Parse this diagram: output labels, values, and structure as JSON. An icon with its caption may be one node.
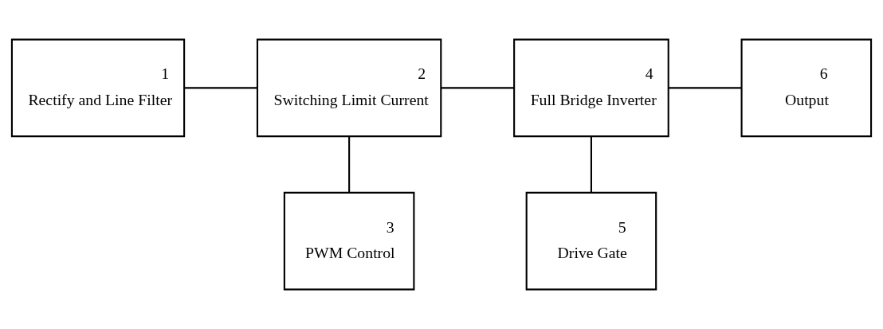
{
  "diagram": {
    "nodes": [
      {
        "text": [
          "1",
          "Rectify and Line Filter"
        ]
      },
      {
        "text": [
          "2",
          "Switching Limit Current"
        ]
      },
      {
        "text": [
          "3",
          "PWM Control"
        ]
      },
      {
        "text": [
          "4",
          "Full Bridge Inverter"
        ]
      },
      {
        "text": [
          "5",
          "Drive Gate"
        ]
      },
      {
        "text": [
          "6",
          "Output"
        ]
      }
    ],
    "edges": [
      {
        "from": 0,
        "to": 1,
        "arrow": "none"
      },
      {
        "from": 1,
        "to": 2,
        "arrow": "none"
      },
      {
        "from": 1,
        "to": 3,
        "arrow": "none"
      },
      {
        "from": 3,
        "to": 4,
        "arrow": "none"
      },
      {
        "from": 3,
        "to": 5,
        "arrow": "none"
      }
    ]
  }
}
